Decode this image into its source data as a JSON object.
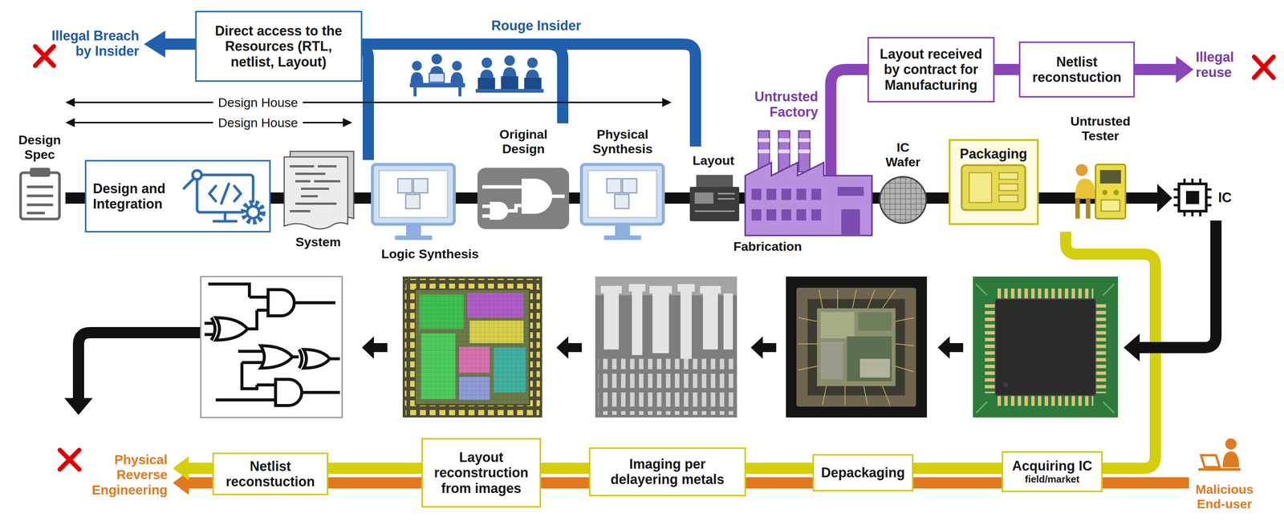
{
  "diagram": {
    "nodes": [
      {
        "text": [
          "Direct access to the Resources (RTL, netlist, Layout)"
        ]
      },
      {
        "text": [
          "Layout received by contract for Manufacturing"
        ]
      },
      {
        "text": [
          "Netlist reconstuction"
        ]
      },
      {
        "text": [
          "Design and Integration"
        ]
      },
      {
        "text": [
          "Packaging"
        ]
      },
      {
        "text": [
          "Netlist reconstuction"
        ]
      },
      {
        "text": [
          "Layout reconstruction from images"
        ]
      },
      {
        "text": [
          "Imaging per delayering metals"
        ]
      },
      {
        "text": [
          "Depackaging"
        ]
      },
      {
        "text": [
          "Acquiring IC",
          "field/market"
        ]
      }
    ],
    "edges": [
      {
        "from": 1,
        "to": 2,
        "arrow": "none"
      },
      {
        "from": 9,
        "to": 8,
        "arrow": "none"
      },
      {
        "from": 8,
        "to": 7,
        "arrow": "none"
      },
      {
        "from": 7,
        "to": 6,
        "arrow": "none"
      },
      {
        "from": 6,
        "to": 5,
        "arrow": "none"
      }
    ],
    "labels": [
      "Illegal Breach by Insider",
      "Rouge Insider",
      "Illegal reuse",
      "Untrusted Factory",
      "Design House",
      "Design House",
      "Design Spec",
      "Original Design",
      "Physical Synthesis",
      "Untrusted Tester",
      "IC Wafer",
      "Layout",
      "IC",
      "System",
      "Fabrication",
      "Logic Synthesis",
      "Physical Reverse Engineering",
      "Malicious End-user"
    ]
  }
}
